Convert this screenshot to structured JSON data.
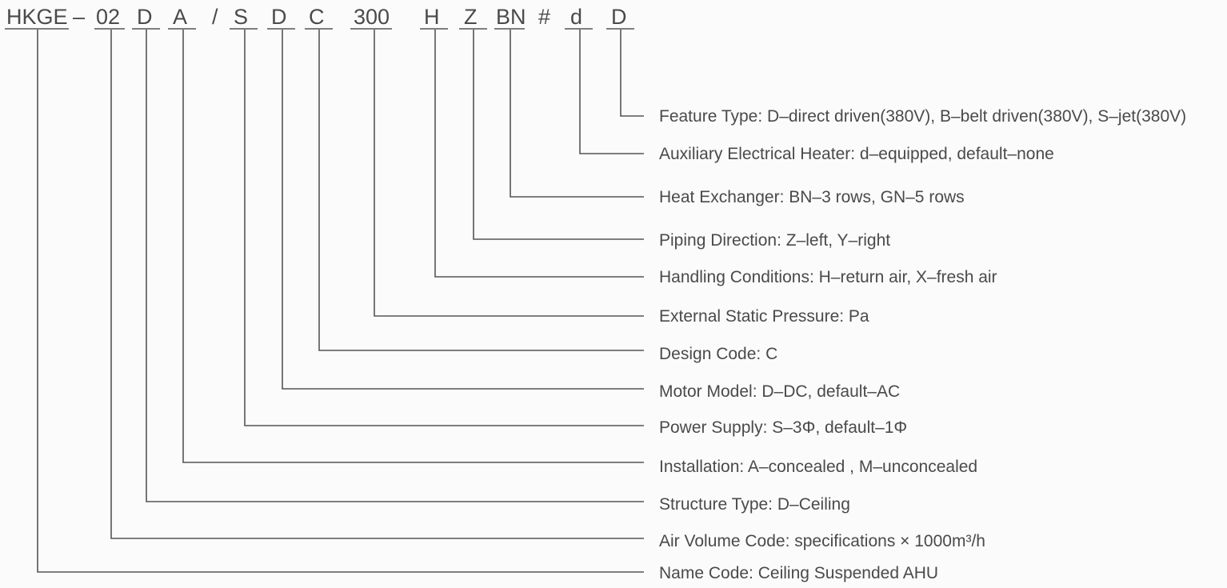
{
  "model_code": {
    "segments": [
      {
        "id": "name",
        "text": "HKGE"
      },
      {
        "id": "dash",
        "text": "–"
      },
      {
        "id": "air-volume",
        "text": "02"
      },
      {
        "id": "structure",
        "text": "D"
      },
      {
        "id": "installation",
        "text": "A"
      },
      {
        "id": "slash",
        "text": "/"
      },
      {
        "id": "power",
        "text": "S"
      },
      {
        "id": "motor",
        "text": "D"
      },
      {
        "id": "design",
        "text": "C"
      },
      {
        "id": "pressure",
        "text": "300"
      },
      {
        "id": "handling",
        "text": "H"
      },
      {
        "id": "piping",
        "text": "Z"
      },
      {
        "id": "exchanger",
        "text": "BN"
      },
      {
        "id": "hash",
        "text": "#"
      },
      {
        "id": "heater",
        "text": "d"
      },
      {
        "id": "feature",
        "text": "D"
      }
    ]
  },
  "descriptions": [
    {
      "id": "feature",
      "text": "Feature Type: D–direct driven(380V), B–belt driven(380V), S–jet(380V)"
    },
    {
      "id": "heater",
      "text": "Auxiliary Electrical Heater: d–equipped, default–none"
    },
    {
      "id": "exchanger",
      "text": "Heat Exchanger: BN–3 rows, GN–5 rows"
    },
    {
      "id": "piping",
      "text": "Piping Direction: Z–left, Y–right"
    },
    {
      "id": "handling",
      "text": "Handling Conditions: H–return air, X–fresh air"
    },
    {
      "id": "pressure",
      "text": "External Static Pressure: Pa"
    },
    {
      "id": "design",
      "text": "Design Code: C"
    },
    {
      "id": "motor",
      "text": "Motor Model: D–DC, default–AC"
    },
    {
      "id": "power",
      "text": "Power Supply: S–3Φ, default–1Φ"
    },
    {
      "id": "installation",
      "text": "Installation: A–concealed , M–unconcealed"
    },
    {
      "id": "structure",
      "text": "Structure Type: D–Ceiling"
    },
    {
      "id": "air-volume",
      "text": "Air Volume Code: specifications × 1000m³/h"
    },
    {
      "id": "name",
      "text": "Name Code: Ceiling Suspended AHU"
    }
  ],
  "colors": {
    "background": "#fbfbfb",
    "text": "#4a4a4a",
    "line": "#555555"
  }
}
